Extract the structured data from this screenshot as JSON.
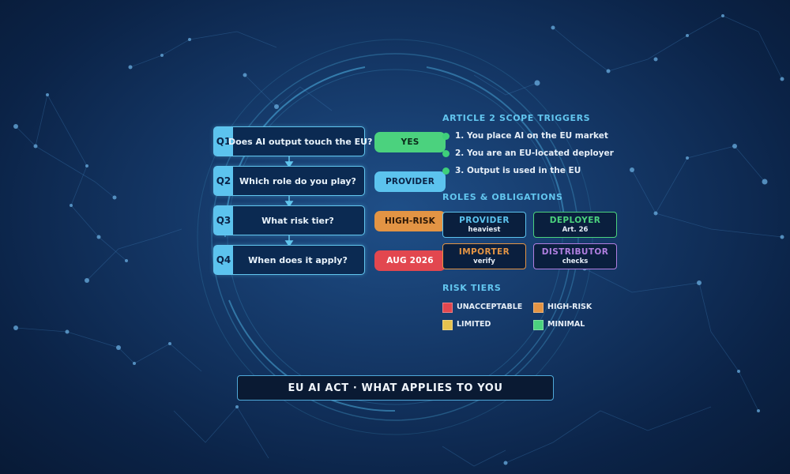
{
  "questions": [
    {
      "tag": "Q1",
      "text": "Does AI output touch the EU?"
    },
    {
      "tag": "Q2",
      "text": "Which role do you play?"
    },
    {
      "tag": "Q3",
      "text": "What risk tier?"
    },
    {
      "tag": "Q4",
      "text": "When does it apply?"
    }
  ],
  "answers": [
    {
      "label": "YES",
      "color": "#4bd27e",
      "text_color": "#0a2a1a"
    },
    {
      "label": "PROVIDER",
      "color": "#5cc3ee",
      "text_color": "#0a2347"
    },
    {
      "label": "HIGH-RISK",
      "color": "#e39444",
      "text_color": "#2a1606"
    },
    {
      "label": "AUG 2026",
      "color": "#e2474f",
      "text_color": "#ffffff"
    }
  ],
  "scope": {
    "title": "ARTICLE 2 SCOPE TRIGGERS",
    "items": [
      "1. You place AI on the EU market",
      "2. You are an EU-located deployer",
      "3. Output is used in the EU"
    ]
  },
  "roles": {
    "title": "ROLES & OBLIGATIONS",
    "items": [
      {
        "name": "PROVIDER",
        "sub": "heaviest",
        "color": "#5cc3ee"
      },
      {
        "name": "DEPLOYER",
        "sub": "Art. 26",
        "color": "#4bd27e"
      },
      {
        "name": "IMPORTER",
        "sub": "verify",
        "color": "#e39444"
      },
      {
        "name": "DISTRIBUTOR",
        "sub": "checks",
        "color": "#b07fe0"
      }
    ]
  },
  "tiers": {
    "title": "RISK TIERS",
    "items": [
      {
        "label": "UNACCEPTABLE",
        "color": "#e2474f"
      },
      {
        "label": "HIGH-RISK",
        "color": "#e39444"
      },
      {
        "label": "LIMITED",
        "color": "#e6c24f"
      },
      {
        "label": "MINIMAL",
        "color": "#4bd27e"
      }
    ]
  },
  "banner": "EU AI ACT  ·  WHAT APPLIES TO YOU"
}
